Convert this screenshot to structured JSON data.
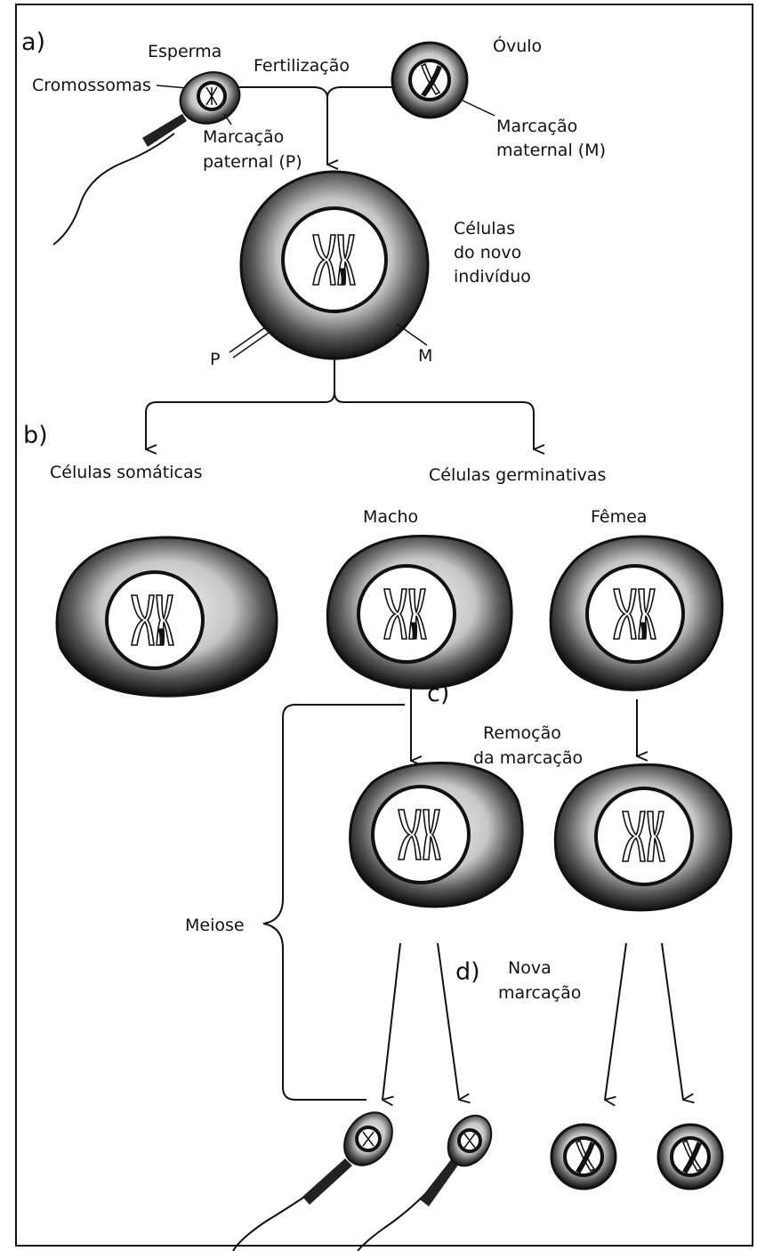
{
  "labels": {
    "section_a": "a)",
    "sperm": "Esperma",
    "fertilization": "Fertilização",
    "egg": "Óvulo",
    "chromosomes": "Cromossomas",
    "paternal_mark_line1": "Marcação",
    "paternal_mark_line2": "paternal (P)",
    "maternal_mark_line1": "Marcação",
    "maternal_mark_line2": "maternal (M)",
    "new_cells_line1": "Células",
    "new_cells_line2": "do novo",
    "new_cells_line3": "indivíduo",
    "p_marker": "P",
    "m_marker": "M",
    "section_b": "b)",
    "somatic_cells": "Células somáticas",
    "germ_cells": "Células germinativas",
    "male": "Macho",
    "female": "Fêmea",
    "section_c": "c)",
    "mark_removal_line1": "Remoção",
    "mark_removal_line2": "da marcação",
    "meiosis": "Meiose",
    "section_d": "d)",
    "new_mark_line1": "Nova",
    "new_mark_line2": "marcação"
  }
}
